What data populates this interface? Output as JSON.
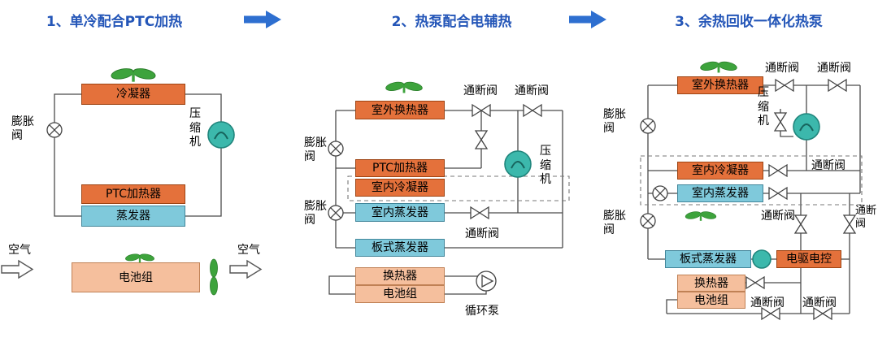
{
  "titles": {
    "step1": "1、单冷配合PTC加热",
    "step2": "2、热泵配合电辅热",
    "step3": "3、余热回收一体化热泵"
  },
  "panel1": {
    "condenser": "冷凝器",
    "expansion_valve": "膨胀阀",
    "compressor": "压缩机",
    "ptc_heater": "PTC加热器",
    "evaporator": "蒸发器",
    "air_in": "空气",
    "air_out": "空气",
    "battery_pack": "电池组"
  },
  "panel2": {
    "outdoor_heat_exchanger": "室外换热器",
    "onoff_valve_top_left": "通断阀",
    "onoff_valve_top_right": "通断阀",
    "expansion_valve_upper": "膨胀阀",
    "ptc_heater": "PTC加热器",
    "indoor_condenser": "室内冷凝器",
    "compressor": "压缩机",
    "expansion_valve_lower": "膨胀阀",
    "indoor_evaporator": "室内蒸发器",
    "onoff_valve_mid": "通断阀",
    "plate_evaporator": "板式蒸发器",
    "heat_exchanger": "换热器",
    "battery_pack": "电池组",
    "circulation_pump": "循环泵"
  },
  "panel3": {
    "outdoor_heat_exchanger": "室外换热器",
    "onoff_valve_top_left": "通断阀",
    "onoff_valve_top_right": "通断阀",
    "compressor": "压缩机",
    "expansion_valve_upper": "膨胀阀",
    "indoor_condenser": "室内冷凝器",
    "onoff_valve_condenser": "通断阀",
    "indoor_evaporator": "室内蒸发器",
    "expansion_valve_lower": "膨胀阀",
    "onoff_valve_branch_left": "通断阀",
    "onoff_valve_branch_right": "通断阀",
    "plate_evaporator": "板式蒸发器",
    "edrive_controller": "电驱电控",
    "heat_exchanger": "换热器",
    "battery_pack": "电池组",
    "onoff_valve_bottom_left": "通断阀",
    "onoff_valve_bottom_right": "通断阀"
  },
  "colors": {
    "title_blue": "#2456b8",
    "hot_orange": "#e4713b",
    "cold_blue": "#7fc9db",
    "warm_salmon": "#f5bf9d",
    "compressor_teal": "#3cb8ac",
    "fan_green": "#3da33c",
    "pipe_gray": "#4a4a4a"
  }
}
